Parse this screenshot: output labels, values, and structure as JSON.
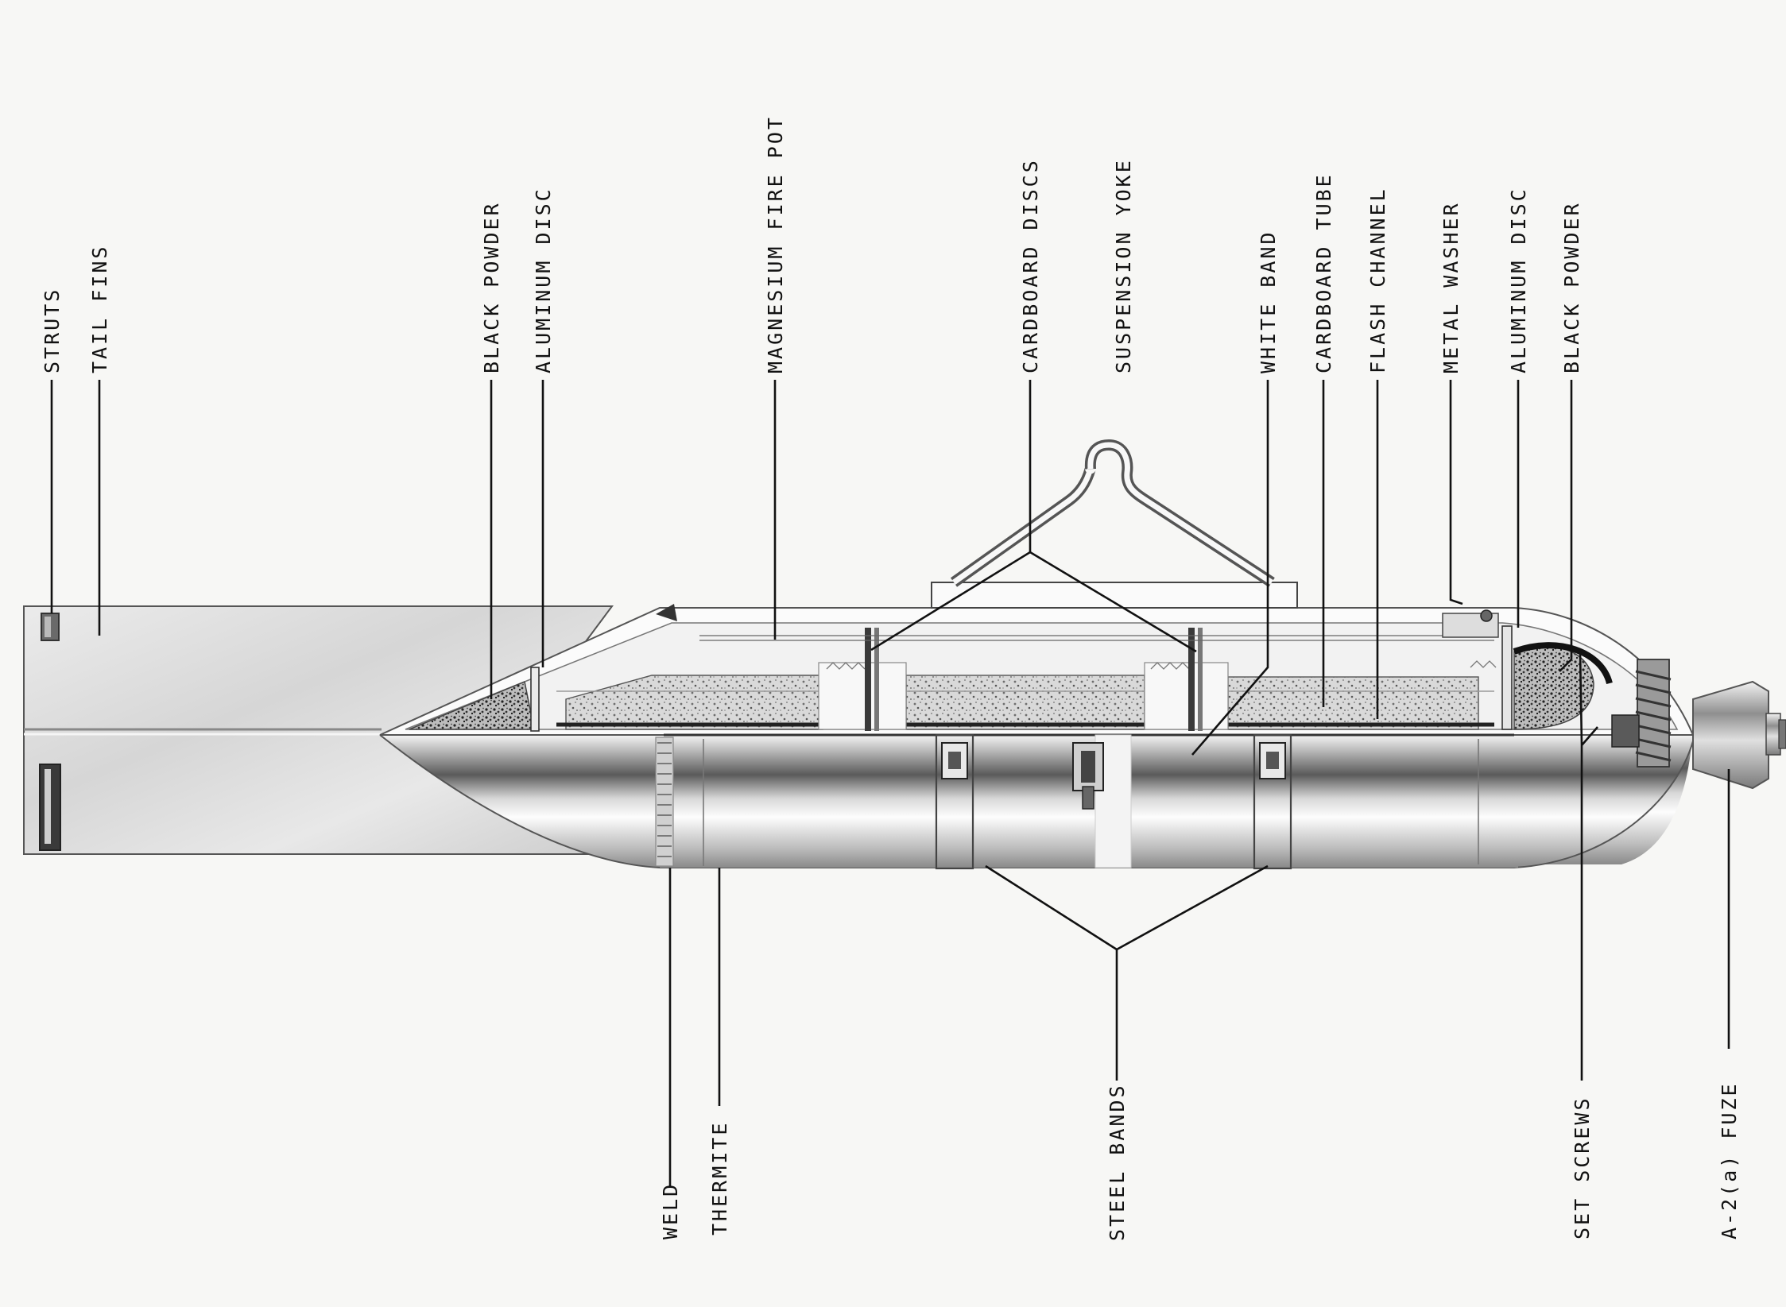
{
  "labels": {
    "struts": "STRUTS",
    "tail_fins": "TAIL FINS",
    "black_powder_rear": "BLACK POWDER",
    "aluminum_disc_rear": "ALUMINUM DISC",
    "magnesium_fire_pot": "MAGNESIUM FIRE POT",
    "cardboard_discs": "CARDBOARD DISCS",
    "suspension_yoke": "SUSPENSION YOKE",
    "white_band": "WHITE BAND",
    "cardboard_tube": "CARDBOARD TUBE",
    "flash_channel": "FLASH CHANNEL",
    "metal_washer": "METAL WASHER",
    "aluminum_disc_front": "ALUMINUM DISC",
    "black_powder_front": "BLACK POWDER",
    "weld": "WELD",
    "thermite": "THERMITE",
    "steel_bands": "STEEL BANDS",
    "set_screws": "SET SCREWS",
    "fuze": "A-2(a) FUZE"
  }
}
